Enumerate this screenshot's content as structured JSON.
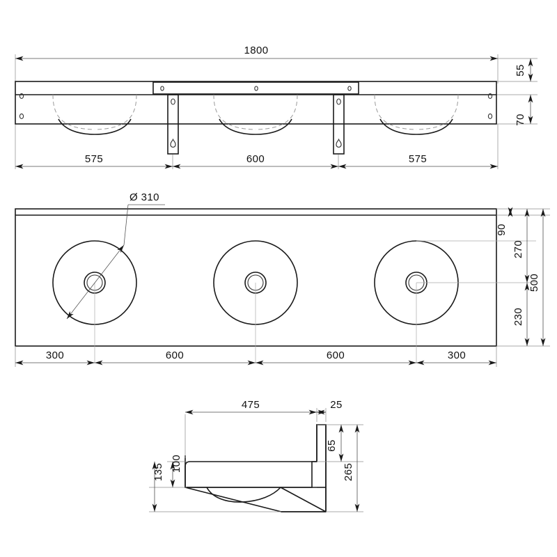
{
  "drawing": {
    "title": "Three-station wash trough — dimensioned engineering drawing",
    "units": "mm",
    "line_color": "#1a1a1a",
    "dimension_color": "#4d4d4d",
    "background": "#ffffff"
  },
  "views": {
    "front": {
      "name": "front-elevation",
      "dimensions": {
        "overall_length": "1800",
        "splash_height": "55",
        "bowl_depth": "70",
        "segment_left": "575",
        "segment_middle": "600",
        "segment_right": "575"
      }
    },
    "plan": {
      "name": "plan-view",
      "dimensions": {
        "bowl_diameter": "Ø 310",
        "edge_to_centre_left": "300",
        "centre_to_centre_left": "600",
        "centre_to_centre_right": "600",
        "edge_to_centre_right": "300",
        "back_rim": "90",
        "back_to_centre": "270",
        "overall_depth": "500",
        "centre_to_front": "230"
      }
    },
    "side": {
      "name": "side-section-view",
      "dimensions": {
        "bowl_length": "475",
        "rear_upstand": "25",
        "upstand_height": "65",
        "total_height": "135",
        "bowl_height": "100",
        "overall_height": "265"
      }
    }
  }
}
